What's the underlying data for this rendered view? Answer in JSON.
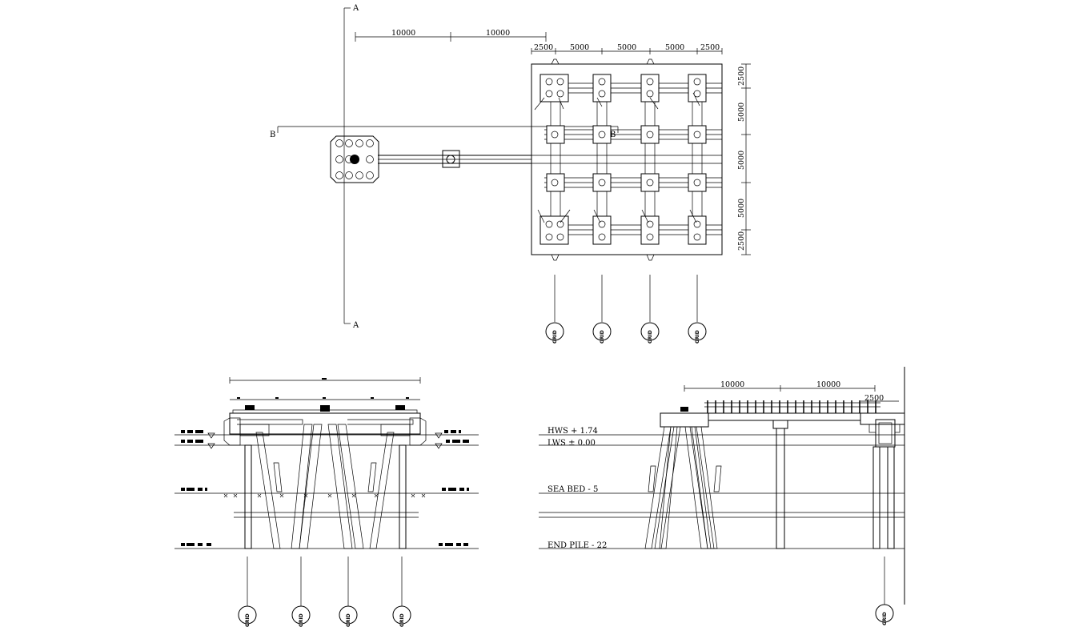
{
  "plan": {
    "section_a_top": "A",
    "section_a_bottom": "A",
    "section_b_left": "B",
    "section_b_right": "B",
    "dims_top_long": [
      "10000",
      "10000"
    ],
    "dims_top_short": [
      "2500",
      "5000",
      "5000",
      "5000",
      "2500"
    ],
    "dims_right": [
      "2500",
      "5000",
      "5000",
      "5000",
      "2500"
    ]
  },
  "elevation_right": {
    "dims": [
      "10000",
      "10000",
      "2500"
    ],
    "levels": {
      "hws": "HWS + 1.74",
      "lws": "LWS ± 0.00",
      "seabed": "SEA BED - 5",
      "endpile": "END PILE - 22"
    }
  },
  "grid_tag_label": "GRID"
}
